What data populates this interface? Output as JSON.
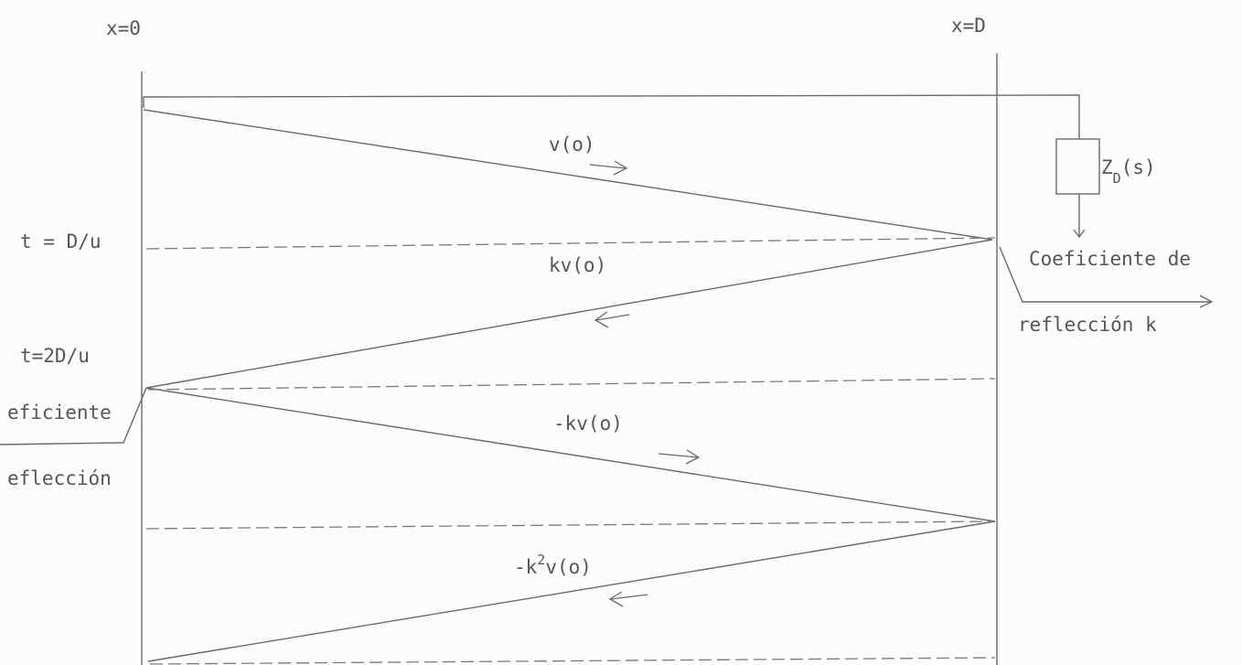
{
  "labels": {
    "x_origin": "x=0",
    "x_end": "x=D",
    "t_first": "t = D/u",
    "t_second": "t=2D/u",
    "wave1": "v(o)",
    "wave2": "kv(o)",
    "wave3": "-kv(o)",
    "wave4_prefix": "-k",
    "wave4_exponent": "2",
    "wave4_suffix": "v(o)",
    "impedance_main": "Z",
    "impedance_sub": "D",
    "impedance_suffix": "(s)",
    "right_coef_line1": "Coeficiente de",
    "right_coef_line2": "reflección k",
    "left_coef_line1": "eficiente",
    "left_coef_line2": "eflección"
  }
}
